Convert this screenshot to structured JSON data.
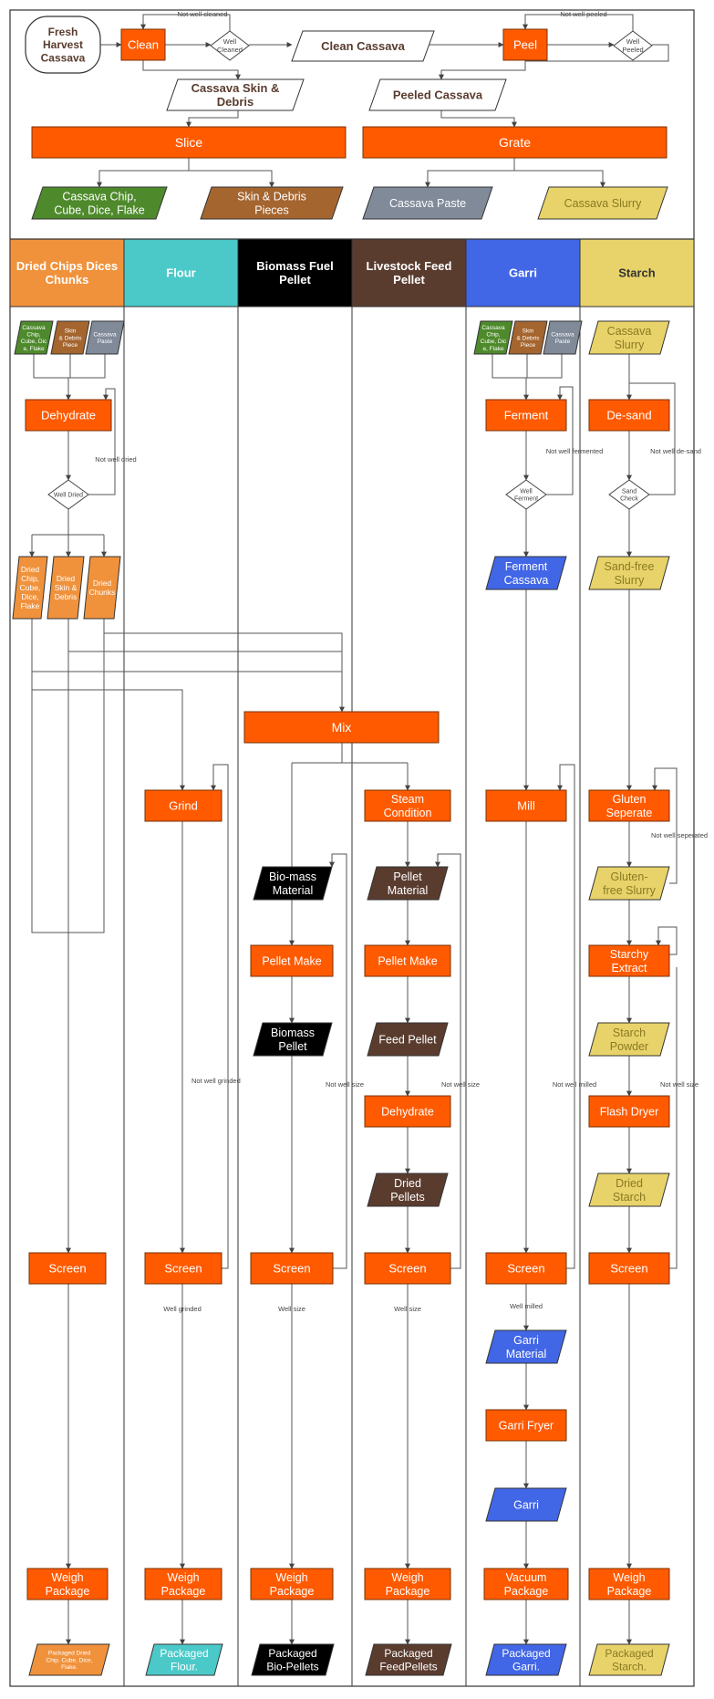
{
  "colors": {
    "orange": "#FF5A00",
    "green": "#4E8A2C",
    "brown": "#A5652F",
    "gray": "#808A99",
    "yellow": "#E8D36A",
    "yellow_text": "#8A7A22",
    "light_orange": "#F0923C",
    "cyan": "#4BC9C9",
    "black": "#000000",
    "dark_brown": "#5A3C2F",
    "blue": "#4166E6",
    "line": "#555555",
    "heading_text": "#5A3C2F"
  },
  "top": {
    "start": "Fresh\nHarvest\nCassava",
    "clean": "Clean",
    "well_cleaned": "Well\nCleaned",
    "not_well_cleaned": "Not well cleaned",
    "clean_cassava": "Clean Cassava",
    "peel": "Peel",
    "well_peeled": "Well\nPeeled",
    "not_well_peeled": "Not well peeled",
    "skin_debris": "Cassava Skin &\nDebris",
    "peeled_cassava": "Peeled Cassava",
    "slice": "Slice",
    "grate": "Grate",
    "chip_out": "Cassava Chip,\nCube, Dice, Flake",
    "skin_out": "Skin & Debris\nPieces",
    "paste_out": "Cassava Paste",
    "slurry_out": "Cassava Slurry"
  },
  "lanes": [
    "Dried Chips Dices\nChunks",
    "Flour",
    "Biomass Fuel\nPellet",
    "Livestock Feed\nPellet",
    "Garri",
    "Starch"
  ],
  "nodes": {
    "d_in_chip": "Cassava\nChip,\nCube, Dic\ne, Flake",
    "d_in_skin": "Skin\n& Debris\nPiece",
    "d_in_paste": "Cassava\nPaste",
    "dehydrate1": "Dehydrate",
    "well_dried": "Well Dried",
    "not_well_dried": "Not well dried",
    "dried_chip": "Dried\nChip,\nCube,\nDice,\nFlake",
    "dried_skin": "Dried\nSkin &\nDebris",
    "dried_chunks": "Dried\nChunks",
    "mix": "Mix",
    "grind": "Grind",
    "steam": "Steam\nCondition",
    "biomass_material": "Bio-mass\nMaterial",
    "pellet_material": "Pellet\nMaterial",
    "pellet_make1": "Pellet Make",
    "pellet_make2": "Pellet Make",
    "biomass_pellet": "Biomass\nPellet",
    "feed_pellet": "Feed Pellet",
    "dehydrate2": "Dehydrate",
    "dried_pellets": "Dried\nPellets",
    "g_in_chip": "Cassava\nChip,\nCube, Dic\ne, Flake",
    "g_in_skin": "Skin\n& Debris\nPiece",
    "g_in_paste": "Cassava\nPaste",
    "ferment": "Ferment",
    "well_ferment": "Well\nFerment",
    "not_well_fermented": "Not well fermented",
    "ferment_cassava": "Ferment\nCassava",
    "mill": "Mill",
    "garri_material": "Garri\nMaterial",
    "garri_fryer": "Garri Fryer",
    "garri": "Garri",
    "vacuum_package": "Vacuum\nPackage",
    "packaged_garri": "Packaged\nGarri.",
    "s_slurry": "Cassava\nSlurry",
    "desand": "De-sand",
    "sand_check": "Sand\nCheck",
    "not_well_desand": "Not well de-sand",
    "sandfree_slurry": "Sand-free\nSlurry",
    "gluten_separate": "Gluten\nSeperate",
    "not_well_separated": "Not well seperated",
    "glutenfree_slurry": "Gluten-\nfree Slurry",
    "starchy_extract": "Starchy\nExtract",
    "starch_powder": "Starch\nPowder",
    "flash_dryer": "Flash Dryer",
    "dried_starch": "Dried\nStarch",
    "screen": "Screen",
    "weigh_package": "Weigh\nPackage",
    "not_well_grinded": "Not well grinded",
    "not_well_size": "Not well size",
    "not_well_milled": "Not well milled",
    "well_grinded": "Well grinded",
    "well_size": "Well size",
    "well_milled": "Well milled",
    "packaged_dried": "Packaged Dried\nChip, Cube, Dice,\nFlake.",
    "packaged_flour": "Packaged\nFlour.",
    "packaged_bio": "Packaged\nBio-Pellets",
    "packaged_feed": "Packaged\nFeedPellets",
    "packaged_starch": "Packaged\nStarch."
  }
}
